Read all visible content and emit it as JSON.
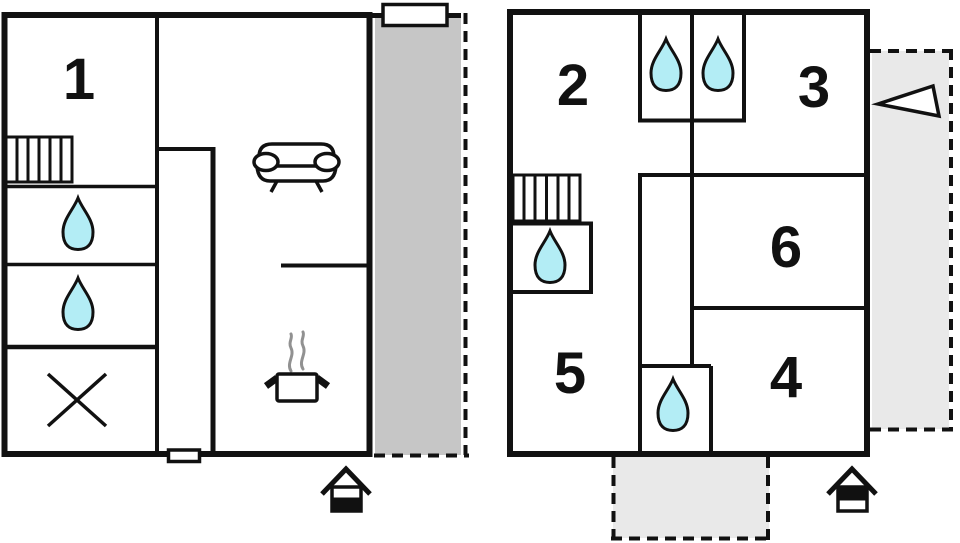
{
  "colors": {
    "wall": "#111111",
    "drop_fill": "#b3edf5",
    "terrace_dark_fill": "#c6c6c6",
    "terrace_light_fill": "#e9e9e9",
    "steam": "#919191",
    "background": "#ffffff"
  },
  "ground_floor": {
    "room_labels": [
      {
        "number": "1"
      }
    ],
    "icon_names": [
      "stairs-icon",
      "shower-drop-icon",
      "shower-drop-icon",
      "x-cross-icon",
      "sofa-icon",
      "stove-pot-icon",
      "steam-icon",
      "entrance-door",
      "window",
      "terrace-area",
      "house-level-ground-icon"
    ]
  },
  "upper_floor": {
    "room_labels": [
      {
        "number": "2"
      },
      {
        "number": "3"
      },
      {
        "number": "6"
      },
      {
        "number": "5"
      },
      {
        "number": "4"
      }
    ],
    "icon_names": [
      "stairs-icon",
      "shower-drop-icon",
      "shower-drop-icon",
      "shower-drop-icon",
      "shower-drop-icon",
      "arrow-left-icon",
      "terrace-area",
      "terrace-area",
      "house-level-upper-icon"
    ]
  }
}
